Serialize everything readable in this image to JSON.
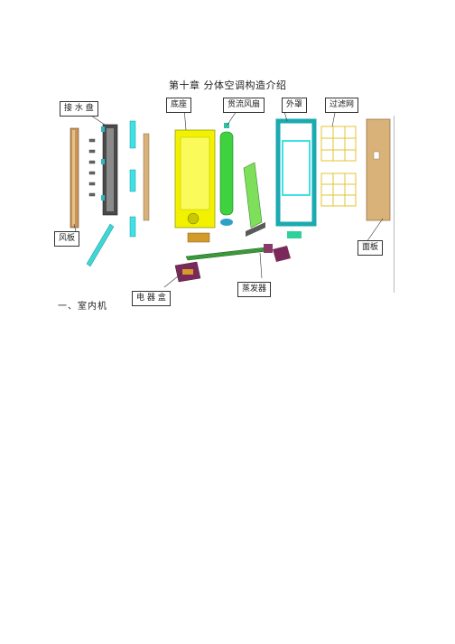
{
  "chapter_title": "第十章  分体空调构造介绍",
  "callouts": {
    "drain_tray": "接 水 盘",
    "base": "底座",
    "crossflow_fan": "贯流风扇",
    "outer_cover": "外罩",
    "filter": "过滤网",
    "air_guide": "风板",
    "panel": "面板",
    "evaporator": "蒸发器",
    "electrical_box": "电 器 盒"
  },
  "section_heading": "一、室内机",
  "colors": {
    "base_yellow": "#f2f200",
    "fan_green": "#3fd23f",
    "cover_cyan": "#3fe0e6",
    "filter_yellow": "#f5e36a",
    "panel_wood": "#d9b27a",
    "drain_dark": "#3a3a3a"
  }
}
